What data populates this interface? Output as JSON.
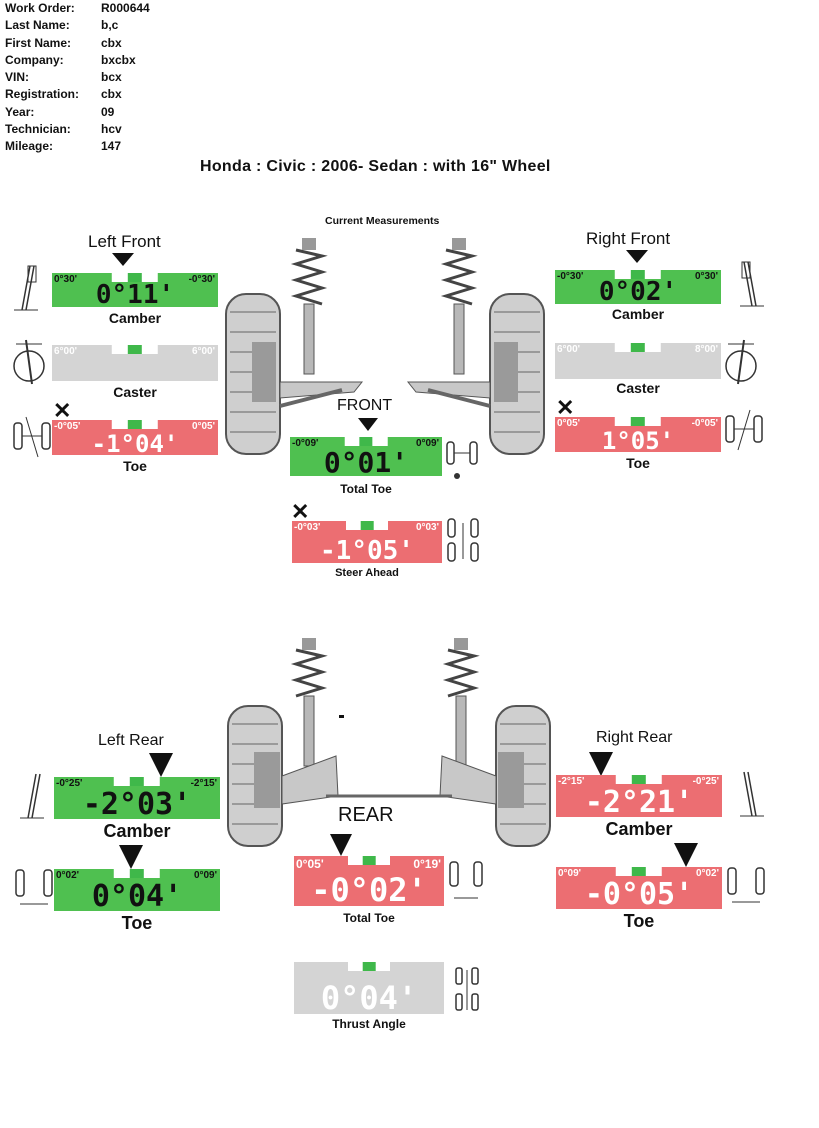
{
  "info": {
    "work_order_label": "Work Order:",
    "work_order": "R000644",
    "last_name_label": "Last Name:",
    "last_name": "b,c",
    "first_name_label": "First Name:",
    "first_name": "cbx",
    "company_label": "Company:",
    "company": "bxcbx",
    "vin_label": "VIN:",
    "vin": "bcx",
    "registration_label": "Registration:",
    "registration": "cbx",
    "year_label": "Year:",
    "year": "09",
    "technician_label": "Technician:",
    "technician": "hcv",
    "mileage_label": "Mileage:",
    "mileage": "147"
  },
  "title": "Honda : Civic : 2006-   Sedan : with 16\" Wheel",
  "current_measurements": "Current Measurements",
  "front_label": "FRONT",
  "rear_label": "REAR",
  "colors": {
    "green": "#4fc050",
    "red": "#ec6e72",
    "gray": "#d4d4d4",
    "good_notch": "#3fb84a"
  },
  "front": {
    "left_title": "Left Front",
    "right_title": "Right Front",
    "left_camber": {
      "min": "0°30'",
      "max": "-0°30'",
      "value": "0°11'",
      "caption": "Camber",
      "status": "green"
    },
    "left_caster": {
      "min": "6°00'",
      "max": "6°00'",
      "value": "",
      "caption": "Caster",
      "status": "gray"
    },
    "left_toe": {
      "min": "-0°05'",
      "max": "0°05'",
      "value": "-1°04'",
      "caption": "Toe",
      "status": "red"
    },
    "right_camber": {
      "min": "-0°30'",
      "max": "0°30'",
      "value": "0°02'",
      "caption": "Camber",
      "status": "green"
    },
    "right_caster": {
      "min": "6°00'",
      "max": "8°00'",
      "value": "",
      "caption": "Caster",
      "status": "gray"
    },
    "right_toe": {
      "min": "0°05'",
      "max": "-0°05'",
      "value": "1°05'",
      "caption": "Toe",
      "status": "red"
    },
    "total_toe": {
      "min": "-0°09'",
      "max": "0°09'",
      "value": "0°01'",
      "caption": "Total Toe",
      "status": "green"
    },
    "steer_ahead": {
      "min": "-0°03'",
      "max": "0°03'",
      "value": "-1°05'",
      "caption": "Steer Ahead",
      "status": "red"
    }
  },
  "rear": {
    "left_title": "Left Rear",
    "right_title": "Right Rear",
    "left_camber": {
      "min": "-0°25'",
      "max": "-2°15'",
      "value": "-2°03'",
      "caption": "Camber",
      "status": "green"
    },
    "left_toe": {
      "min": "0°02'",
      "max": "0°09'",
      "value": "0°04'",
      "caption": "Toe",
      "status": "green"
    },
    "right_camber": {
      "min": "-2°15'",
      "max": "-0°25'",
      "value": "-2°21'",
      "caption": "Camber",
      "status": "red"
    },
    "right_toe": {
      "min": "0°09'",
      "max": "0°02'",
      "value": "-0°05'",
      "caption": "Toe",
      "status": "red"
    },
    "total_toe": {
      "min": "0°05'",
      "max": "0°19'",
      "value": "-0°02'",
      "caption": "Total Toe",
      "status": "red"
    },
    "thrust_angle": {
      "min": "",
      "max": "",
      "value": "0°04'",
      "caption": "Thrust Angle",
      "status": "gray"
    }
  }
}
